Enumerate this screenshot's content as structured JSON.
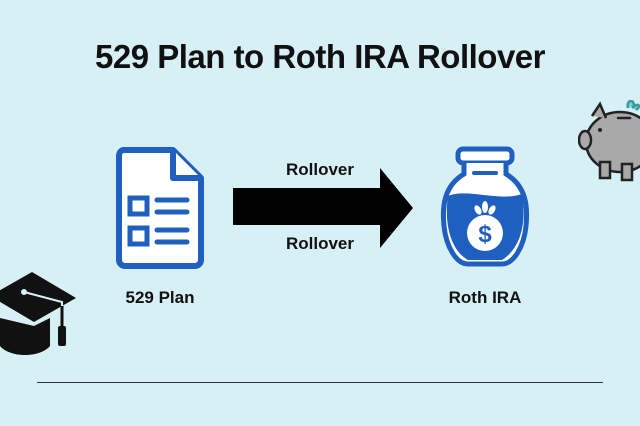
{
  "title": "529 Plan to Roth IRA Rollover",
  "source": {
    "label": "529 Plan",
    "icon": "document-form-icon"
  },
  "target": {
    "label": "Roth IRA",
    "icon": "money-jar-icon"
  },
  "arrow": {
    "label_top": "Rollover",
    "label_bottom": "Rollover"
  },
  "decorations": [
    "graduation-cap-icon",
    "piggy-bank-icon"
  ],
  "colors": {
    "background": "#d6f0f6",
    "accent": "#1f5fc0",
    "text": "#111111"
  }
}
